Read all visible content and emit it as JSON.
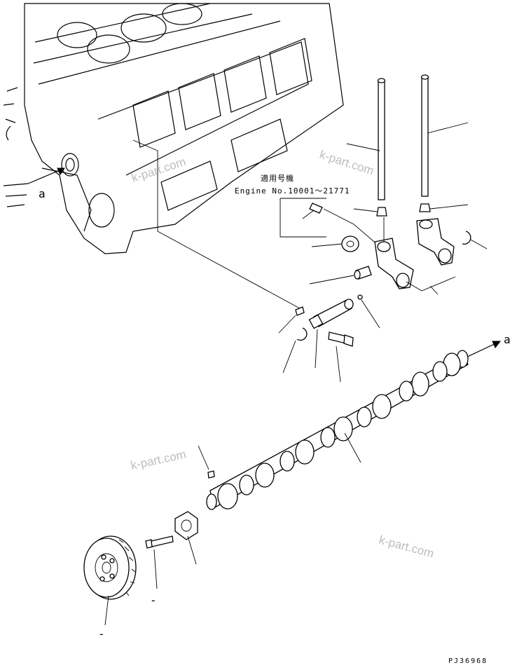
{
  "diagram": {
    "arrow_label_left": "a",
    "arrow_label_right": "a",
    "applicability_title": "適用号機",
    "applicability_range": "Engine No.10001～21771",
    "drawing_code": "PJ36968",
    "watermark": "k-part.com",
    "callout_dash_1": "-",
    "callout_dash_2": "-"
  }
}
